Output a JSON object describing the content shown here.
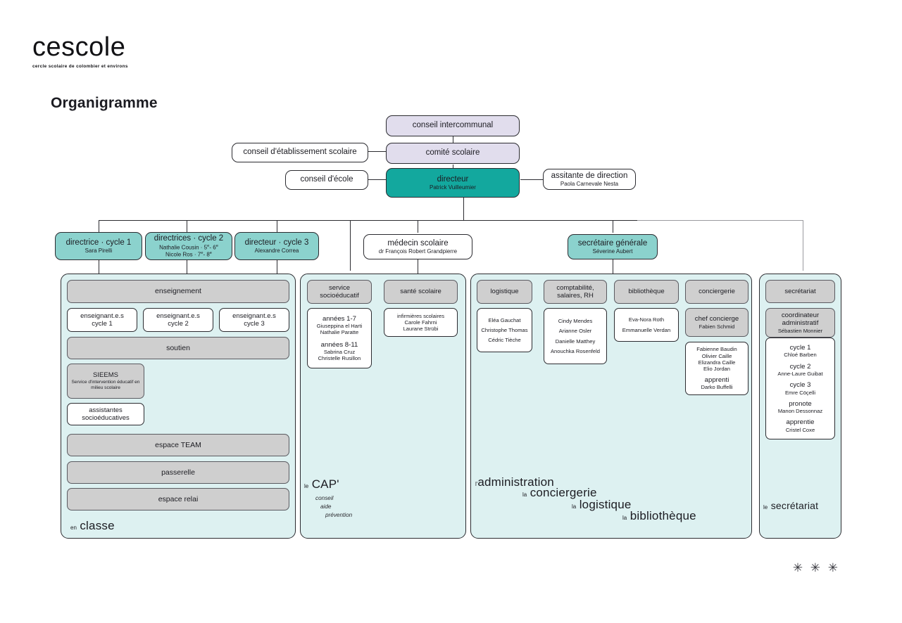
{
  "brand": {
    "wordmark": "cescole",
    "tagline": "cercle scolaire de colombier et environs"
  },
  "page": {
    "title": "Organigramme"
  },
  "top": {
    "conseil_intercommunal": "conseil intercommunal",
    "comite_scolaire": "comité scolaire",
    "conseil_etablissement": "conseil d'établissement scolaire",
    "conseil_ecole": "conseil d'école",
    "directeur_title": "directeur",
    "directeur_name": "Patrick Vuilleumier",
    "assistante_title": "assitante de direction",
    "assistante_name": "Paola Carnevale Nesta"
  },
  "directions": [
    {
      "title": "directrice · cycle 1",
      "names": "Sara Pirelli"
    },
    {
      "title": "directrices · cycle 2",
      "name1": "Nathalie Cousin · 5",
      "name1b": "- 6",
      "name2": "Nicole Ros · 7",
      "name2b": "- 8"
    },
    {
      "title": "directeur · cycle 3",
      "names": "Alexandre Correa"
    },
    {
      "title": "médecin scolaire",
      "names": "dr François Robert Grandpierre"
    },
    {
      "title": "secrétaire générale",
      "names": "Séverine Aubert"
    }
  ],
  "panel_classe": {
    "enseignement": "enseignement",
    "teachers": [
      {
        "l1": "enseignant.e.s",
        "l2": "cycle 1"
      },
      {
        "l1": "enseignant.e.s",
        "l2": "cycle 2"
      },
      {
        "l1": "enseignant.e.s",
        "l2": "cycle 3"
      }
    ],
    "soutien": "soutien",
    "sieems_title": "SIEEMS",
    "sieems_sub": "Service d'intervention éducatif en milieu scolaire",
    "assistantes": "assistantes socioéducatives",
    "espace_team": "espace TEAM",
    "passerelle": "passerelle",
    "espace_relai": "espace relai",
    "footmark_pre": "en",
    "footmark_big": "classe"
  },
  "panel_cap": {
    "service_socio": "service socioéducatif",
    "sante_scolaire": "santé scolaire",
    "annees_1_7": "années 1-7",
    "annees_1_7_names": [
      "Giuseppina el Harti",
      "Nathalie Paratte"
    ],
    "annees_8_11": "années 8-11",
    "annees_8_11_names": [
      "Sabrina Cruz",
      "Christelle Rusillon"
    ],
    "infirmieres_title": "infirmières scolaires",
    "infirmieres_names": [
      "Carole  Fahrni",
      "Laurane Strübi"
    ],
    "footmark_pre": "le",
    "footmark_big": "CAP'",
    "footmark_sub": [
      "conseil",
      "aide",
      "prévention"
    ]
  },
  "panel_admin": {
    "columns": [
      {
        "head": "logistique",
        "names": [
          "Eléa Gauchat",
          "Christophe Thomas",
          "Cédric Tièche"
        ]
      },
      {
        "head": "comptabilité, salaires, RH",
        "names": [
          "Cindy Mendes",
          "Arianne Osler",
          "Danielle Matthey",
          "Anouchka Rosenfeld"
        ]
      },
      {
        "head": "bibliothèque",
        "names": [
          "Eva-Nora Roth",
          "Emmanuelle Verdan"
        ]
      },
      {
        "head": "conciergerie",
        "chef_title": "chef concierge",
        "chef_name": "Fabien Schmid",
        "names": [
          "Fabienne Baudin",
          "Olivier Caille",
          "Elizandra Caille",
          "Elio Jordan"
        ],
        "apprenti_title": "apprenti",
        "apprenti_name": "Darko Buffelli"
      }
    ],
    "footmarks": [
      {
        "pre": "l'",
        "big": "administration"
      },
      {
        "pre": "la",
        "big": "conciergerie"
      },
      {
        "pre": "la",
        "big": "logistique"
      },
      {
        "pre": "la",
        "big": "bibliothèque"
      }
    ]
  },
  "panel_secretariat": {
    "head": "secrétariat",
    "coordinateur_title": "coordinateur administratif",
    "coordinateur_name": "Sébastien Monnier",
    "entries": [
      {
        "role": "cycle 1",
        "name": "Chloé Barben"
      },
      {
        "role": "cycle 2",
        "name": "Anne-Laure Guibat"
      },
      {
        "role": "cycle 3",
        "name": "Emre Cöçelli"
      },
      {
        "role": "pronote",
        "name": "Manon Dessonnaz"
      },
      {
        "role": "apprentie",
        "name": "Cristel Coxe"
      }
    ],
    "footmark_pre": "le",
    "footmark_big": "secrétariat"
  },
  "decor": {
    "sparkles": "✳ ✳ ✳"
  },
  "colors": {
    "teal_strong": "#13a89e",
    "teal_light": "#8bd2cd",
    "lavender": "#e1dded",
    "panel": "#ddf1f1",
    "grey_box": "#cfcfcf"
  }
}
